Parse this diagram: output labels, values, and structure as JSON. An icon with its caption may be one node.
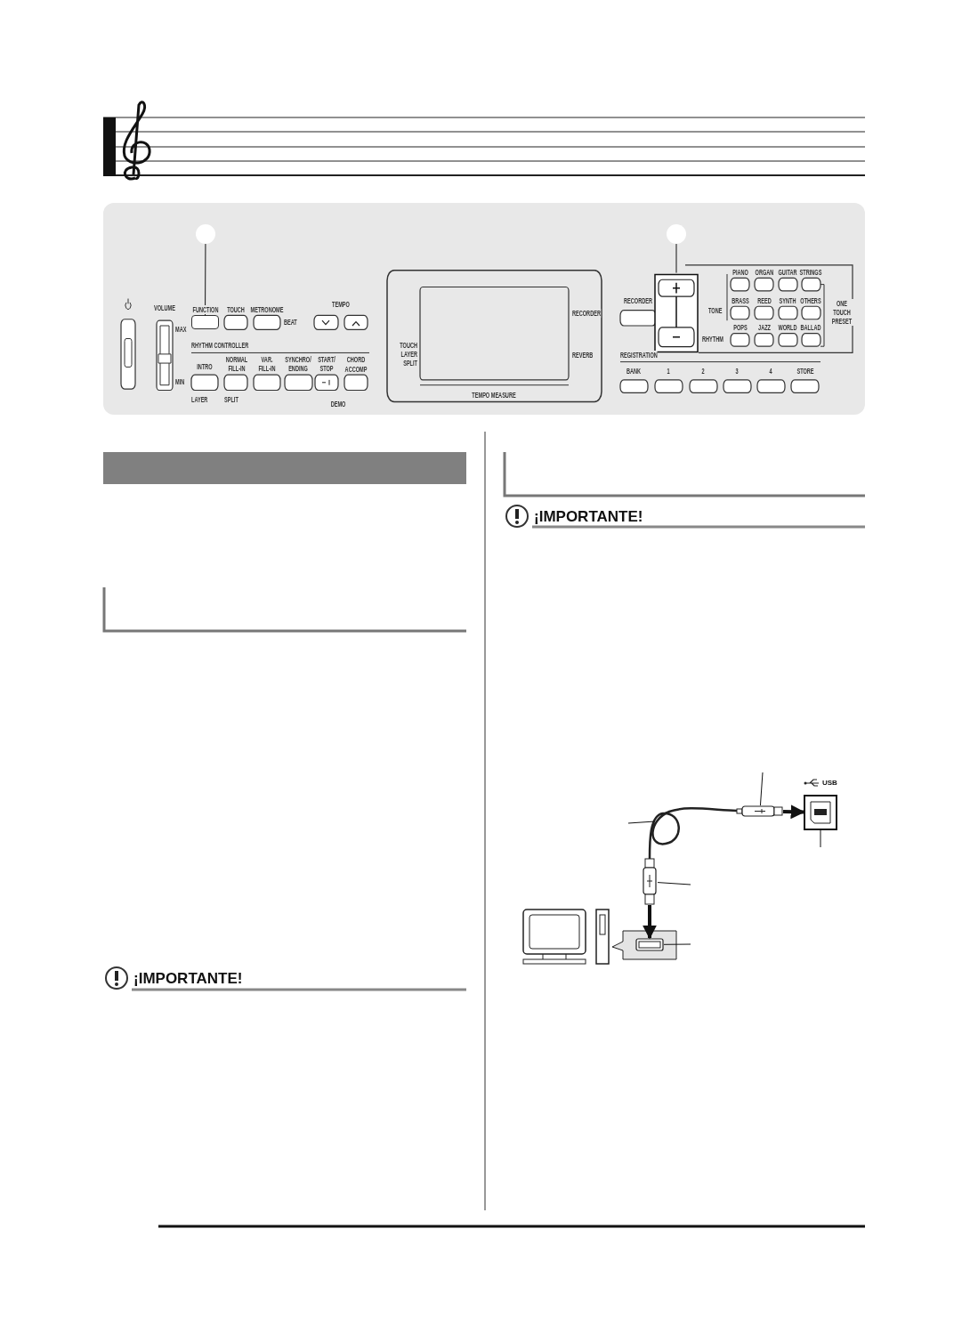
{
  "diagram": {
    "nodes": [
      {
        "text": [],
        "shape": "circle"
      },
      {
        "text": [],
        "shape": "box"
      },
      {
        "text": [],
        "shape": "circle"
      },
      {
        "text": [],
        "shape": "box"
      },
      {
        "text": [],
        "shape": "bar"
      },
      {
        "text": [],
        "shape": "picture"
      },
      {
        "text": [],
        "shape": "picture"
      },
      {
        "text": [],
        "shape": "picture"
      },
      {
        "text": [],
        "shape": "picture"
      },
      {
        "text": [],
        "shape": "picture"
      }
    ],
    "edges": [
      {
        "from": 0,
        "to": 1,
        "arrow": "none"
      },
      {
        "from": 2,
        "to": 3,
        "arrow": "none"
      },
      {
        "from": null,
        "to": 5,
        "arrow": "none"
      },
      {
        "from": null,
        "to": 6,
        "arrow": "none"
      },
      {
        "from": null,
        "to": 7,
        "arrow": "none"
      },
      {
        "from": 5,
        "to": 6,
        "arrow": "to",
        "style": "thick"
      },
      {
        "from": null,
        "to": 8,
        "arrow": "none"
      },
      {
        "from": 8,
        "to": 9,
        "arrow": "to",
        "style": "thick"
      },
      {
        "from": null,
        "to": 9,
        "arrow": "none"
      }
    ],
    "labels": [
      "FUNCTION",
      "TOUCH",
      "METRONOME",
      "BEAT",
      "TEMPO",
      "VOLUME",
      "MAX",
      "MIN",
      "RHYTHM CONTROLLER",
      "INTRO",
      "NORMAL FILL-IN",
      "VAR. FILL-IN",
      "SYNCHRO/ ENDING",
      "START/ STOP",
      "CHORD",
      "ACCOMP",
      "LAYER",
      "SPLIT",
      "DEMO",
      "TOUCH LAYER SPLIT",
      "RECORDER",
      "REVERB",
      "TEMPO MEASURE",
      "RECORDER",
      "PIANO",
      "ORGAN",
      "GUITAR",
      "STRINGS",
      "TONE",
      "BRASS",
      "REED",
      "SYNTH",
      "OTHERS",
      "ONE TOUCH PRESET",
      "RHYTHM",
      "POPS",
      "JAZZ",
      "WORLD",
      "BALLAD",
      "REGISTRATION",
      "BANK",
      "1",
      "2",
      "3",
      "4",
      "STORE",
      "¡IMPORTANTE!",
      "¡IMPORTANTE!",
      "USB"
    ]
  }
}
